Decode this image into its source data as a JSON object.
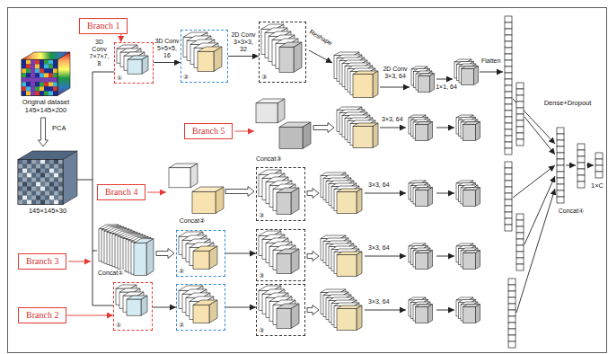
{
  "diagram": {
    "nodes": [
      {
        "text": [
          "Branch 1"
        ]
      },
      {
        "text": [
          "①"
        ]
      },
      {
        "text": [
          "②"
        ]
      },
      {
        "text": [
          "③"
        ]
      },
      {
        "text": [
          "Branch 5"
        ]
      },
      {
        "text": [
          "Branch 4"
        ]
      },
      {
        "text": [
          "③"
        ]
      },
      {
        "text": [
          "Branch 3"
        ]
      },
      {
        "text": [
          "②"
        ]
      },
      {
        "text": [
          "③"
        ]
      },
      {
        "text": [
          "Branch 2"
        ]
      },
      {
        "text": [
          "①"
        ]
      },
      {
        "text": [
          "②"
        ]
      },
      {
        "text": [
          "③"
        ]
      }
    ],
    "edges": [
      {
        "from": 0,
        "to": 1,
        "arrow": "to"
      },
      {
        "from": 1,
        "to": 2,
        "arrow": "to",
        "label": "3D Conv 5×5×5, 16"
      },
      {
        "from": 2,
        "to": 3,
        "arrow": "to",
        "label": "2D Conv 3×3×3, 32"
      },
      {
        "from": 8,
        "to": 9,
        "arrow": "to"
      },
      {
        "from": 10,
        "to": 11,
        "arrow": "to"
      },
      {
        "from": 11,
        "to": 12,
        "arrow": "to"
      },
      {
        "from": 12,
        "to": 13,
        "arrow": "to"
      }
    ],
    "labels": [
      "Original dataset",
      "145×145×200",
      "PCA",
      "145×145×30",
      "3D Conv 7×7×7, 8",
      "Reshape",
      "2D Conv 3×3, 64",
      "1×1, 64",
      "Flatten",
      "Concat③",
      "3×3, 64",
      "Concat②",
      "3×3, 64",
      "Concat①",
      "3×3, 64",
      "3×3, 64",
      "Dense+Dropout",
      "Concat④",
      "1×C"
    ]
  }
}
